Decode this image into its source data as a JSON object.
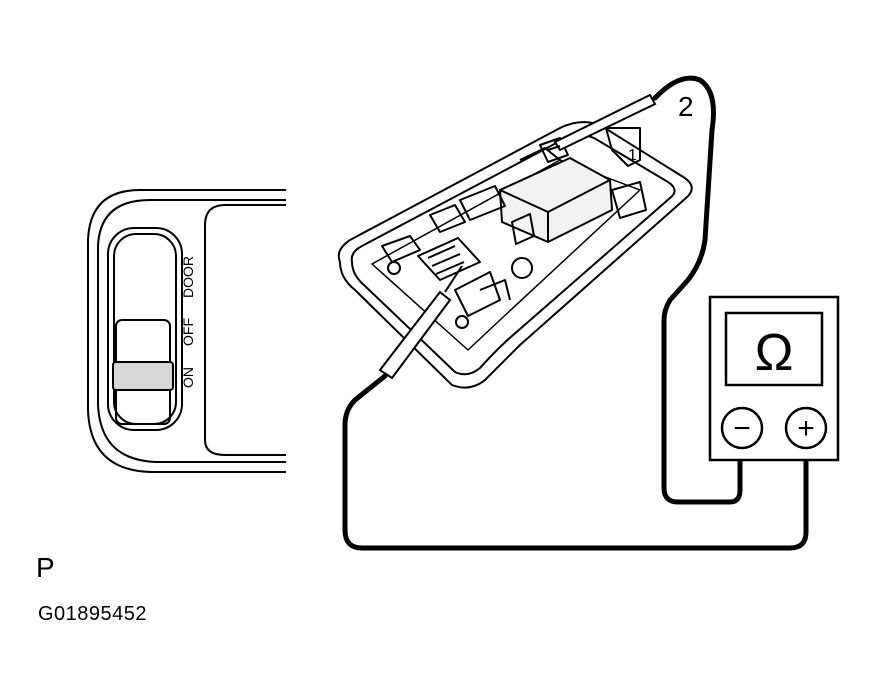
{
  "switch_panel": {
    "labels": [
      "ON",
      "OFF",
      "DOOR"
    ]
  },
  "terminals": {
    "terminal_1": "1",
    "terminal_2": "2"
  },
  "ohmmeter": {
    "symbol": "Ω",
    "minus": "−",
    "plus": "+"
  },
  "figure": {
    "position_label": "P",
    "figure_id": "G01895452"
  },
  "colors": {
    "line": "#000000",
    "background": "#ffffff"
  }
}
